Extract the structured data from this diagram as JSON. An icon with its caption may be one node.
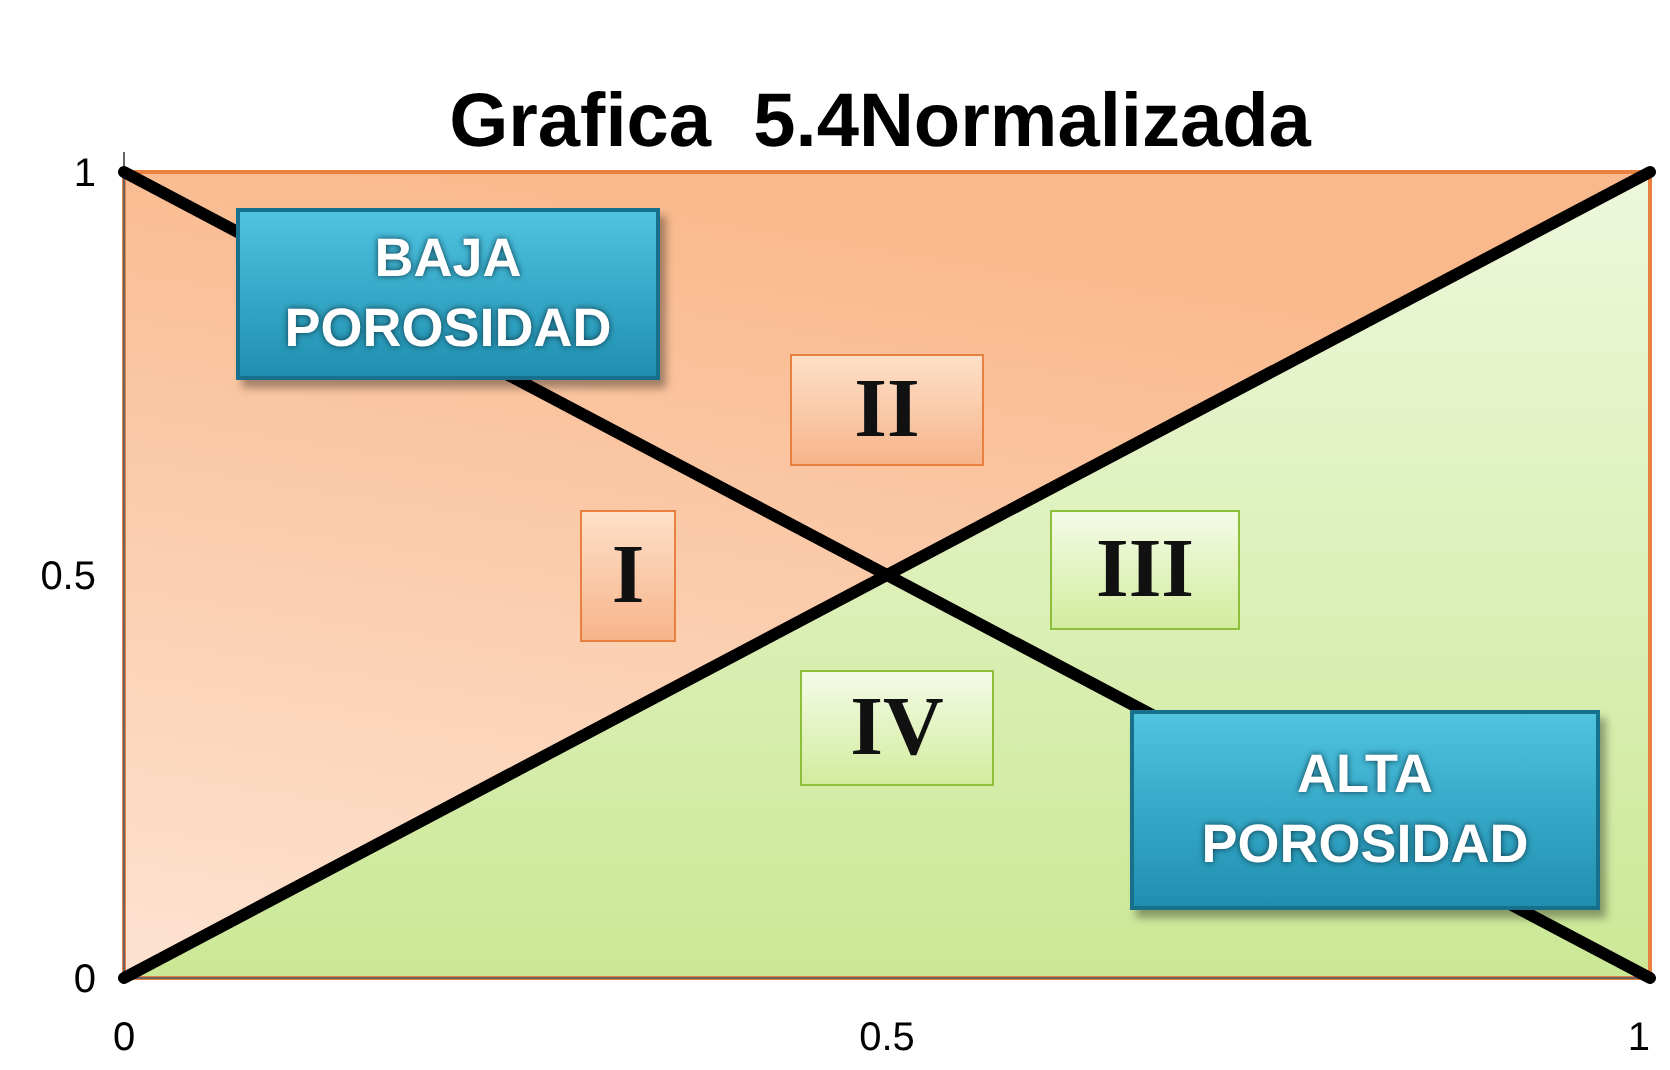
{
  "diagram": {
    "title": "Grafica  5.4Normalizada",
    "labels": [
      "BAJA POROSIDAD",
      "II",
      "I",
      "III",
      "IV",
      "ALTA POROSIDAD"
    ],
    "chart_data": {
      "type": "line",
      "x": [
        0,
        0.5,
        1
      ],
      "series": [
        {
          "color": "#000000",
          "values": [
            1,
            0.5,
            0
          ]
        },
        {
          "color": "#000000",
          "values": [
            0,
            0.5,
            1
          ]
        }
      ],
      "xlim": [
        0,
        1
      ],
      "ylim": [
        0,
        1
      ],
      "xticks": [
        0,
        0.5,
        1
      ],
      "yticks": [
        0,
        0.5,
        1
      ]
    }
  }
}
